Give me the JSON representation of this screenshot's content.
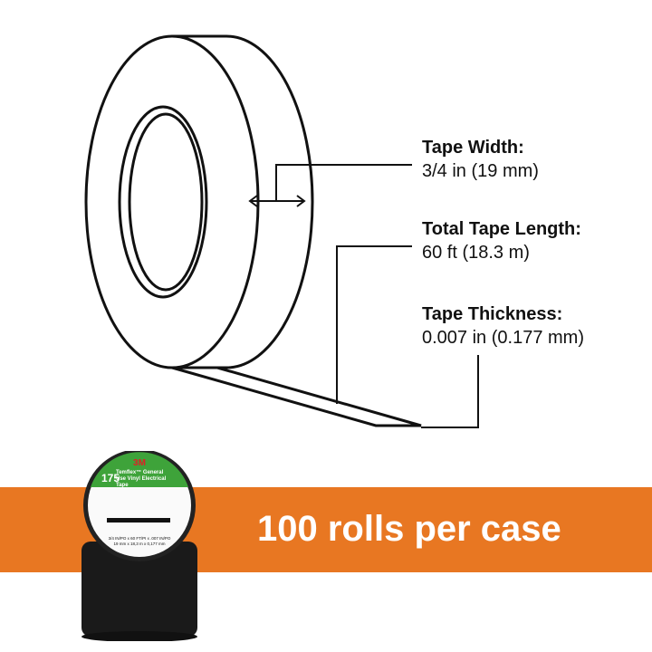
{
  "specs": [
    {
      "label": "Tape Width:",
      "value": "3/4 in (19 mm)"
    },
    {
      "label": "Total Tape Length:",
      "value": "60 ft (18.3 m)"
    },
    {
      "label": "Tape Thickness:",
      "value": "0.007 in (0.177 mm)"
    }
  ],
  "banner": {
    "text": "100 rolls per case",
    "color": "#e87722"
  },
  "product_label": {
    "brand": "3M",
    "number": "175",
    "name": "Temflex™ General Use Vinyl Electrical Tape",
    "size": "3/4 IN/PO x 60 FT/PI x .007 IN/PO",
    "metric": "19 mm x 18,3 m x 0,177 mm"
  }
}
